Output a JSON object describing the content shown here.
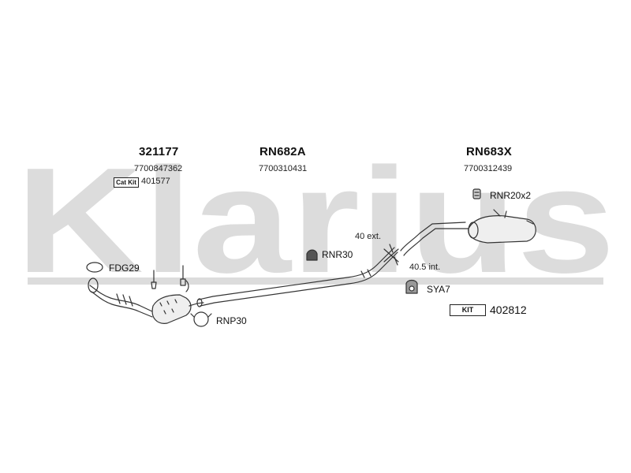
{
  "watermark": {
    "text": "Klarius",
    "color": "#d9d9d9"
  },
  "parts": {
    "catalyst": {
      "part_number": "321177",
      "oe_number": "7700847362",
      "cat_kit_label": "Cat Kit",
      "cat_kit_number": "401577"
    },
    "center_pipe": {
      "part_number": "RN682A",
      "oe_number": "7700310431"
    },
    "rear_silencer": {
      "part_number": "RN683X",
      "oe_number": "7700312439"
    }
  },
  "fittings": {
    "fdg": "FDG29",
    "rnp": "RNP30",
    "rnr30": "RNR30",
    "rnr20": "RNR20x2",
    "sya": "SYA7",
    "kit_label": "KIT",
    "kit_number": "402812",
    "clamp_ext": "40 ext.",
    "clamp_int": "40.5 int."
  }
}
